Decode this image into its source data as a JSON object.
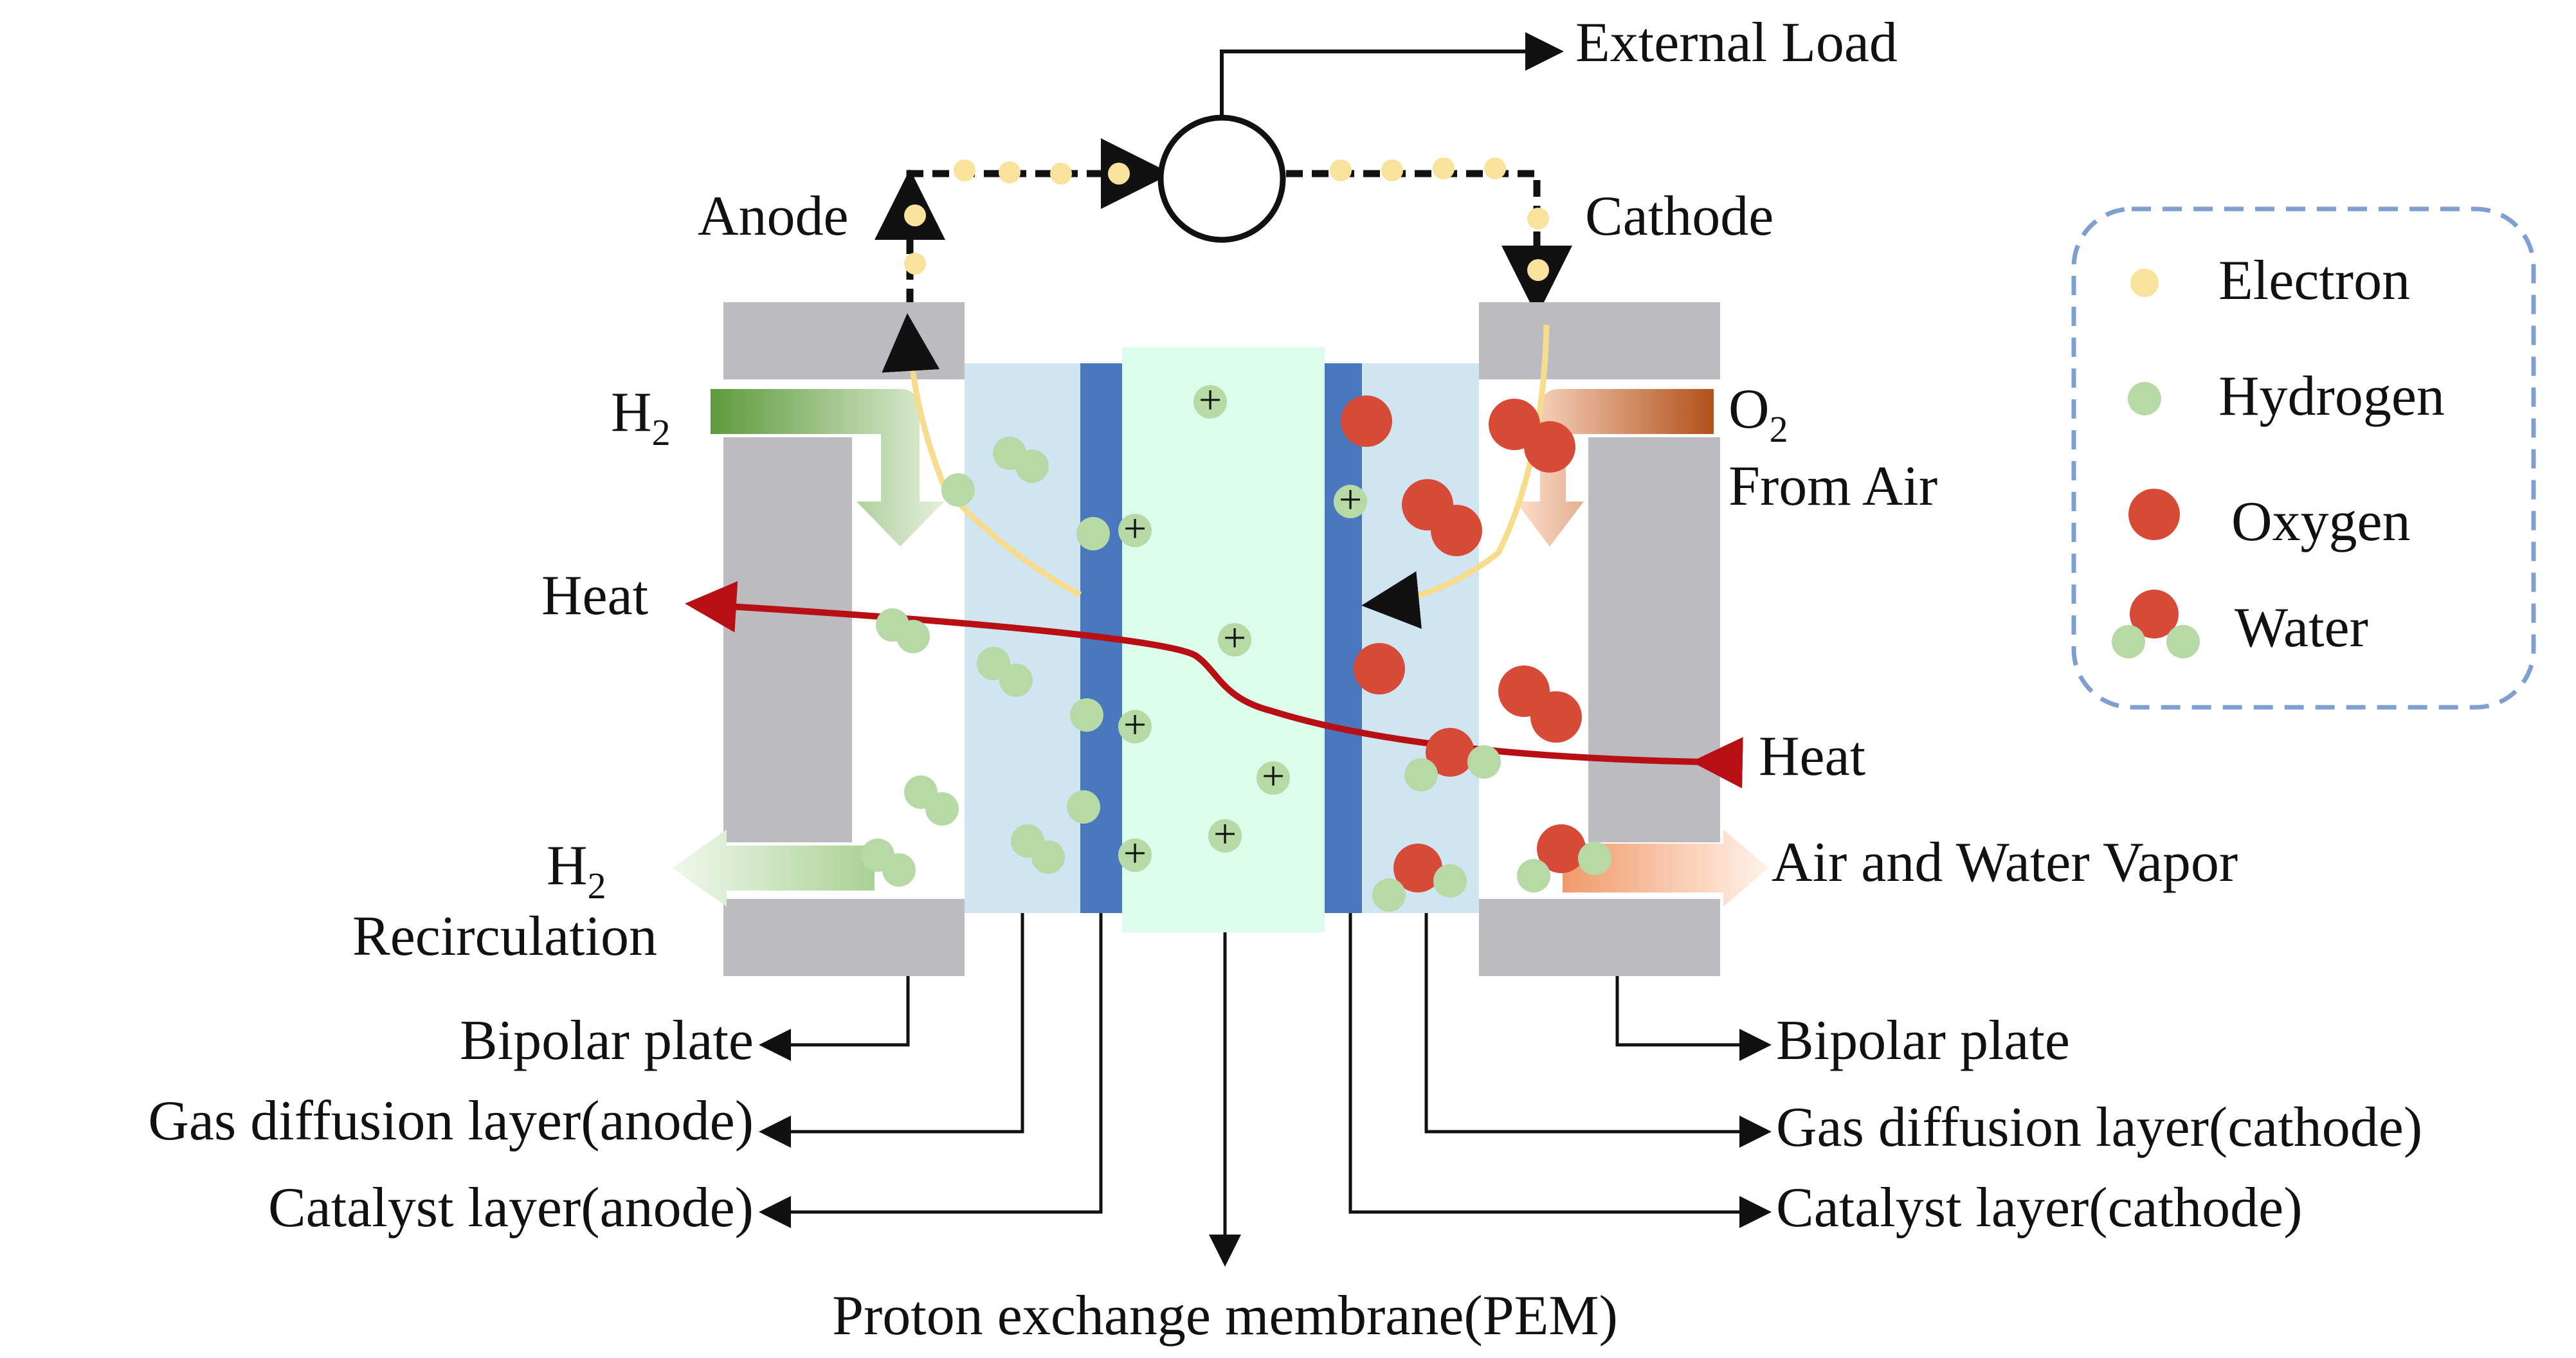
{
  "circuit": {
    "external_load": "External Load",
    "anode": "Anode",
    "cathode": "Cathode"
  },
  "inlets": {
    "h2_left": "H",
    "h2_left_sub": "2",
    "o2_right": "O",
    "o2_right_sub": "2",
    "from_air": "From Air"
  },
  "outlets": {
    "h2_recirc_top": "H",
    "h2_recirc_sub": "2",
    "h2_recirc_bottom": "Recirculation",
    "air_water_vapor": "Air and Water Vapor"
  },
  "heat": {
    "left": "Heat",
    "right": "Heat"
  },
  "legend": {
    "electron": "Electron",
    "hydrogen": "Hydrogen",
    "oxygen": "Oxygen",
    "water": "Water"
  },
  "labels": {
    "bipolar_plate_left": "Bipolar plate",
    "gdl_anode": "Gas diffusion layer(anode)",
    "catalyst_anode": "Catalyst layer(anode)",
    "pem": "Proton exchange membrane(PEM)",
    "bipolar_plate_right": "Bipolar plate",
    "gdl_cathode": "Gas diffusion layer(cathode)",
    "catalyst_cathode": "Catalyst layer(cathode)"
  },
  "proton_symbol": "+",
  "colors": {
    "plate": "#bcbbc0",
    "gdl": "#cfe6f2",
    "catalyst": "#4a78be",
    "membrane": "#dcfcec",
    "electron": "#f8e29c",
    "hydrogen": "#b6d9a6",
    "oxygen": "#d84a38",
    "heat": "#b80f14",
    "legend_border": "#7f9fd1"
  }
}
